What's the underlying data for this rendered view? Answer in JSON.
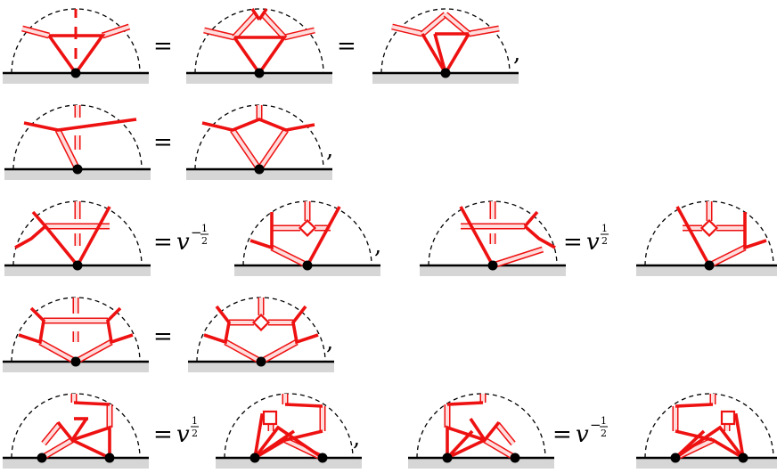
{
  "rows": [
    {
      "id": "row1",
      "items": [
        "diagram",
        "=",
        "diagram",
        "=",
        "diagram",
        ","
      ]
    },
    {
      "id": "row2",
      "items": [
        "diagram",
        "=",
        "diagram",
        ","
      ]
    },
    {
      "id": "row3",
      "items": [
        "diagram",
        "= v^{-1/2}",
        "diagram",
        ",",
        "diagram",
        "= v^{1/2}",
        "diagram"
      ]
    },
    {
      "id": "row4",
      "items": [
        "diagram",
        "=",
        "diagram",
        ","
      ]
    },
    {
      "id": "row5",
      "items": [
        "diagram",
        "= v^{1/2}",
        "diagram",
        ",",
        "diagram",
        "= v^{-1/2}",
        "diagram"
      ]
    }
  ],
  "symbols": {
    "equals": "=",
    "comma": ",",
    "v": "v",
    "minus_half": "−½",
    "plus_half": "½",
    "frac_num": "1",
    "frac_den": "2",
    "minus": "−"
  },
  "colors": {
    "strand": "#ee1111",
    "double_fill": "#ffdddd",
    "boundary_shade": "#d6d6d6",
    "ink": "#000000"
  }
}
